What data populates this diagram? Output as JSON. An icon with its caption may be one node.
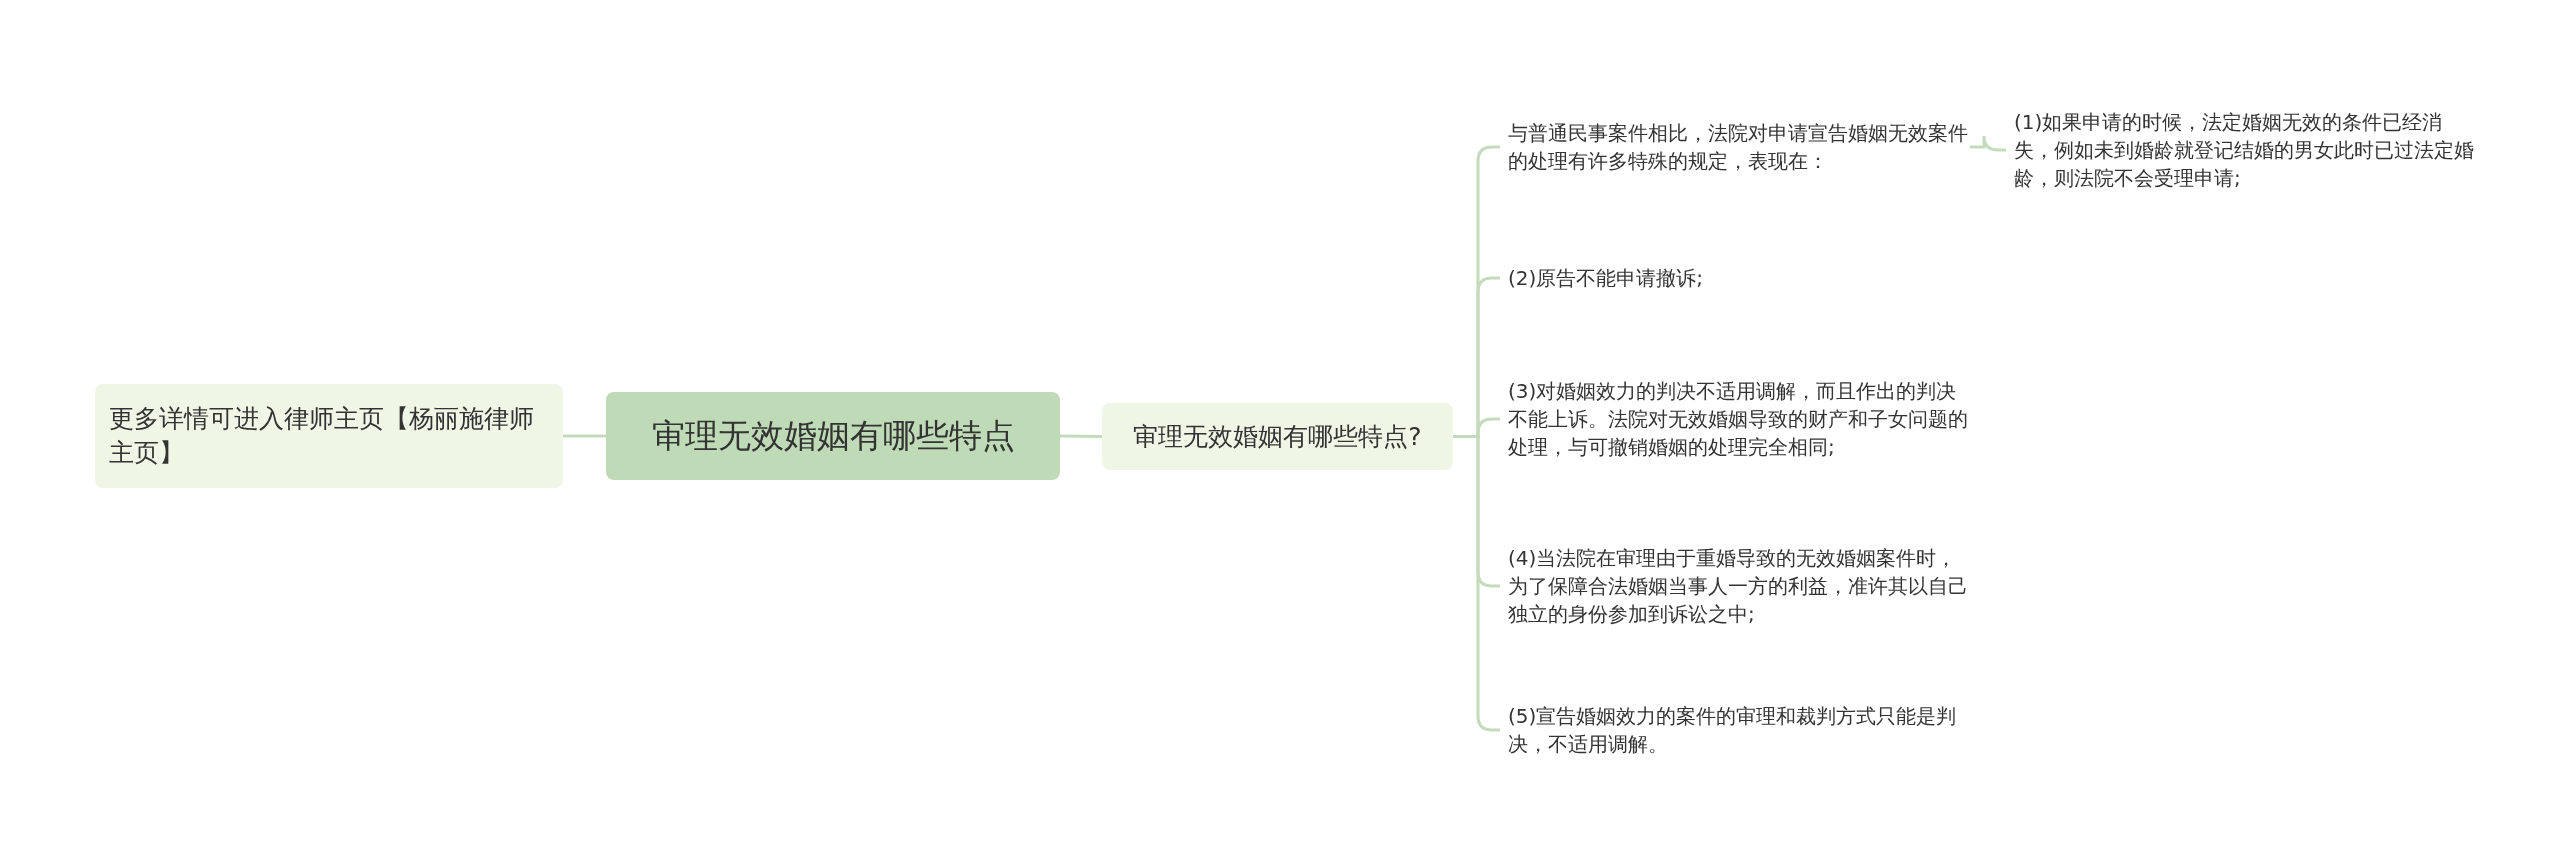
{
  "diagram": {
    "nodes": [
      {
        "text": [
          "审理无效婚姻有哪些特点"
        ]
      },
      {
        "text": [
          "更多详情可进入律师主页【杨丽施律师主页】"
        ]
      },
      {
        "text": [
          "审理无效婚姻有哪些特点?"
        ]
      },
      {
        "text": [
          "与普通民事案件相比，法院对申请宣告婚姻无效案件的处理有许多特殊的规定，表现在："
        ]
      },
      {
        "text": [
          "(1)如果申请的时候，法定婚姻无效的条件已经消失，例如未到婚龄就登记结婚的男女此时已过法定婚龄，则法院不会受理申请;"
        ]
      },
      {
        "text": [
          "(2)原告不能申请撤诉;"
        ]
      },
      {
        "text": [
          "(3)对婚姻效力的判决不适用调解，而且作出的判决不能上诉。法院对无效婚姻导致的财产和子女问题的处理，与可撤销婚姻的处理完全相同;"
        ]
      },
      {
        "text": [
          "(4)当法院在审理由于重婚导致的无效婚姻案件时，为了保障合法婚姻当事人一方的利益，准许其以自己独立的身份参加到诉讼之中;"
        ]
      },
      {
        "text": [
          "(5)宣告婚姻效力的案件的审理和裁判方式只能是判决，不适用调解。"
        ]
      }
    ],
    "edges": [
      {
        "from": 0,
        "to": 1,
        "arrow": "none"
      },
      {
        "from": 0,
        "to": 2,
        "arrow": "none"
      },
      {
        "from": 2,
        "to": 3,
        "arrow": "none"
      },
      {
        "from": 3,
        "to": 4,
        "arrow": "none"
      },
      {
        "from": 2,
        "to": 5,
        "arrow": "none"
      },
      {
        "from": 2,
        "to": 6,
        "arrow": "none"
      },
      {
        "from": 2,
        "to": 7,
        "arrow": "none"
      },
      {
        "from": 2,
        "to": 8,
        "arrow": "none"
      }
    ]
  }
}
